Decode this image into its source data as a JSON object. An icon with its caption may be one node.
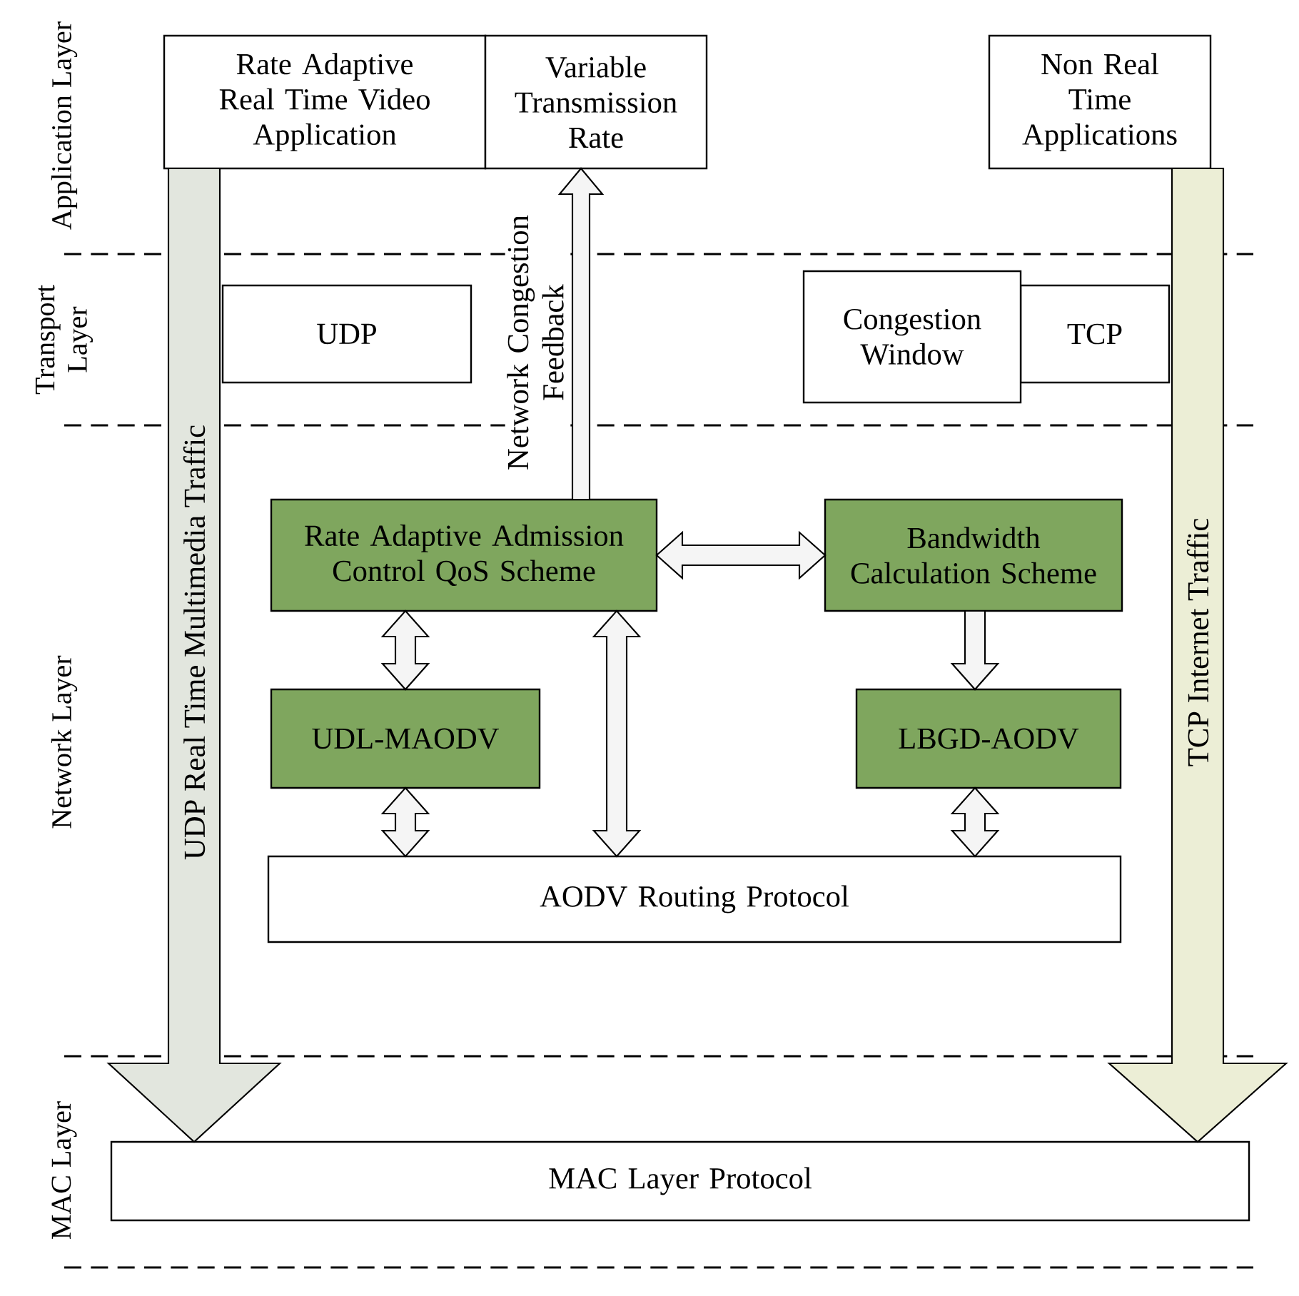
{
  "diagram": {
    "nodes": [
      {
        "text": [
          "Rate Adaptive Real Time Video Application"
        ]
      },
      {
        "text": [
          "Variable Transmission Rate"
        ]
      },
      {
        "text": [
          "Non Real Time Applications"
        ]
      },
      {
        "text": [
          "UDP"
        ]
      },
      {
        "text": [
          "TCP"
        ]
      },
      {
        "text": [
          "Congestion Window"
        ]
      },
      {
        "text": [
          "Rate Adaptive Admission Control QoS Scheme"
        ]
      },
      {
        "text": [
          "Bandwidth Calculation Scheme"
        ]
      },
      {
        "text": [
          "UDL-MAODV"
        ]
      },
      {
        "text": [
          "LBGD-AODV"
        ]
      },
      {
        "text": [
          "AODV Routing Protocol"
        ]
      },
      {
        "text": [
          "MAC Layer Protocol"
        ]
      }
    ],
    "edges": [
      {
        "from": 0,
        "to": 11,
        "arrow": "to",
        "label": "UDP Real Time Multimedia Traffic",
        "color": "#e2e6de"
      },
      {
        "from": 2,
        "to": 11,
        "arrow": "to",
        "label": "TCP Internet Traffic",
        "color": "#eceed6"
      },
      {
        "from": 6,
        "to": 1,
        "arrow": "to",
        "label": "Network Congestion Feedback"
      },
      {
        "from": 6,
        "to": 7,
        "arrow": "both"
      },
      {
        "from": 6,
        "to": 8,
        "arrow": "both"
      },
      {
        "from": 7,
        "to": 9,
        "arrow": "to"
      },
      {
        "from": 8,
        "to": 10,
        "arrow": "both"
      },
      {
        "from": 9,
        "to": 10,
        "arrow": "both"
      },
      {
        "from": 10,
        "to": 6,
        "arrow": "both"
      }
    ],
    "labels": [
      "Application Layer",
      "Transport Layer",
      "Network Layer",
      "MAC Layer"
    ]
  }
}
